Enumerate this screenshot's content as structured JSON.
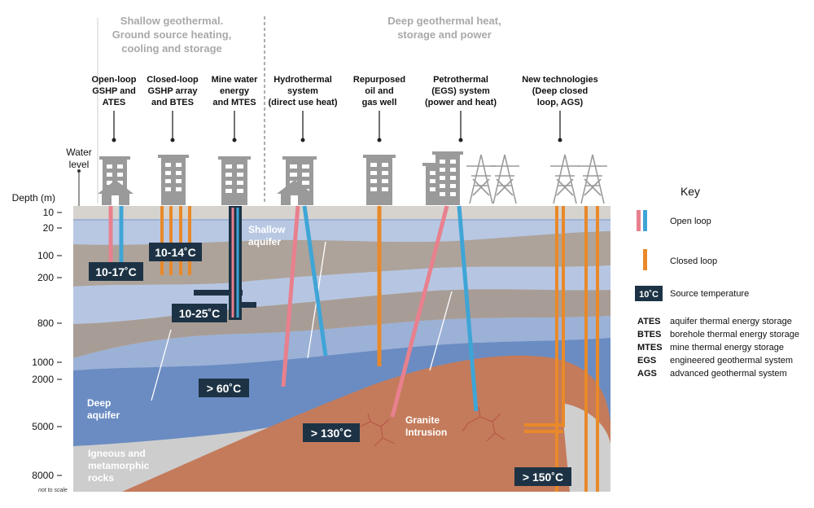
{
  "headers": {
    "shallow": [
      "Shallow geothermal.",
      "Ground source heating,",
      "cooling and storage"
    ],
    "deep": [
      "Deep geothermal heat,",
      "storage and power"
    ]
  },
  "technologies": [
    {
      "lines": [
        "Open-loop",
        "GSHP and",
        "ATES"
      ]
    },
    {
      "lines": [
        "Closed-loop",
        "GSHP array",
        "and BTES"
      ]
    },
    {
      "lines": [
        "Mine water",
        "energy",
        "and MTES"
      ]
    },
    {
      "lines": [
        "Hydrothermal",
        "system",
        "(direct use heat)"
      ]
    },
    {
      "lines": [
        "Repurposed",
        "oil and",
        "gas well"
      ]
    },
    {
      "lines": [
        "Petrothermal",
        "(EGS) system",
        "(power and heat)"
      ]
    },
    {
      "lines": [
        "New technologies",
        "(Deep closed",
        "loop, AGS)"
      ]
    }
  ],
  "water_level": [
    "Water",
    "level"
  ],
  "depth_axis": {
    "title": "Depth (m)",
    "ticks": [
      "10",
      "20",
      "100",
      "200",
      "800",
      "1000",
      "2000",
      "5000",
      "8000"
    ],
    "note": "not to scale"
  },
  "layers": {
    "shallow_aquifer": [
      "Shallow",
      "aquifer"
    ],
    "deep_aquifer": [
      "Deep",
      "aquifer"
    ],
    "igneous": [
      "Igneous and",
      "metamorphic",
      "rocks"
    ],
    "granite": [
      "Granite",
      "Intrusion"
    ]
  },
  "temperatures": [
    "10-17˚C",
    "10-14˚C",
    "10-25˚C",
    "> 60˚C",
    "> 130˚C",
    "> 150˚C"
  ],
  "key": {
    "title": "Key",
    "open_loop": "Open loop",
    "closed_loop": "Closed loop",
    "source_temp_sample": "10˚C",
    "source_temp": "Source temperature",
    "abbreviations": [
      {
        "abbr": "ATES",
        "desc": "aquifer thermal energy storage"
      },
      {
        "abbr": "BTES",
        "desc": "borehole thermal energy storage"
      },
      {
        "abbr": "MTES",
        "desc": "mine thermal energy storage"
      },
      {
        "abbr": "EGS",
        "desc": "engineered geothermal system"
      },
      {
        "abbr": "AGS",
        "desc": "advanced geothermal system"
      }
    ]
  },
  "colors": {
    "open_pink": "#e8808e",
    "open_blue": "#3fa5d6",
    "closed_orange": "#e8892a",
    "temp_box": "#1d3345",
    "granite": "#c47b5b",
    "deep_aquifer": "#6a8cc2",
    "grey_layer": "#a89d96"
  }
}
